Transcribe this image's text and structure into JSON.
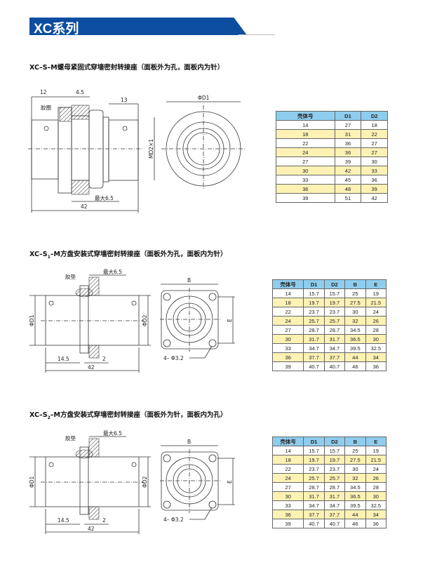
{
  "header": {
    "title": "XC系列"
  },
  "sections": [
    {
      "title": "XC–S–M螺母紧固式穿墙密封转接座（面板外为孔，面板内为针）",
      "drawing": {
        "dim_12": "12",
        "dim_4_5": "4.5",
        "dim_13": "13",
        "seal_label": "胶圈",
        "thread_label": "MD2×1",
        "max_label": "最大6.5",
        "dim_42": "42",
        "front_d1": "ΦD1"
      },
      "table": {
        "headers": [
          "壳体号",
          "D1",
          "D2"
        ],
        "rows": [
          [
            "14",
            "27",
            "18"
          ],
          [
            "18",
            "31",
            "22"
          ],
          [
            "22",
            "36",
            "27"
          ],
          [
            "24",
            "36",
            "27"
          ],
          [
            "27",
            "39",
            "30"
          ],
          [
            "30",
            "42",
            "33"
          ],
          [
            "33",
            "45",
            "36"
          ],
          [
            "36",
            "48",
            "39"
          ],
          [
            "39",
            "51",
            "42"
          ]
        ]
      }
    },
    {
      "title_pre": "XC–S",
      "title_sub": "1",
      "title_post": "–M方盘安装式穿墙密封转接座（面板外为孔，面板内为针）",
      "drawing": {
        "seal_label": "胶垫",
        "max_label": "最大6.5",
        "d1": "ΦD1",
        "d2": "ΦD2",
        "dim_14_5": "14.5",
        "dim_2": "2",
        "dim_42": "42",
        "b": "B",
        "e": "E",
        "holes": "4– Φ3.2"
      },
      "table": {
        "headers": [
          "壳体号",
          "D1",
          "D2",
          "B",
          "E"
        ],
        "rows": [
          [
            "14",
            "15.7",
            "15.7",
            "25",
            "19"
          ],
          [
            "18",
            "19.7",
            "19.7",
            "27.5",
            "21.5"
          ],
          [
            "22",
            "23.7",
            "23.7",
            "30",
            "24"
          ],
          [
            "24",
            "25.7",
            "25.7",
            "32",
            "26"
          ],
          [
            "27",
            "28.7",
            "28.7",
            "34.5",
            "28"
          ],
          [
            "30",
            "31.7",
            "31.7",
            "36.5",
            "30"
          ],
          [
            "33",
            "34.7",
            "34.7",
            "39.5",
            "32.5"
          ],
          [
            "36",
            "37.7",
            "37.7",
            "44",
            "34"
          ],
          [
            "39",
            "40.7",
            "40.7",
            "46",
            "36"
          ]
        ]
      }
    },
    {
      "title_pre": "XC–S",
      "title_sub": "2",
      "title_post": "–M方盘安装式穿墙密封转接座（面板外为针，面板内为孔）",
      "drawing": {
        "seal_label": "胶垫",
        "max_label": "最大6.5",
        "d1": "ΦD1",
        "d2": "ΦD2",
        "dim_14_5": "14.5",
        "dim_2": "2",
        "dim_42": "42",
        "b": "B",
        "e": "E",
        "holes": "4– Φ3.2"
      },
      "table": {
        "headers": [
          "壳体号",
          "D1",
          "D2",
          "B",
          "E"
        ],
        "rows": [
          [
            "14",
            "15.7",
            "15.7",
            "25",
            "19"
          ],
          [
            "18",
            "19.7",
            "19.7",
            "27.5",
            "21.5"
          ],
          [
            "22",
            "23.7",
            "23.7",
            "30",
            "24"
          ],
          [
            "24",
            "25.7",
            "25.7",
            "32",
            "26"
          ],
          [
            "27",
            "28.7",
            "28.7",
            "34.5",
            "28"
          ],
          [
            "30",
            "31.7",
            "31.7",
            "36.5",
            "30"
          ],
          [
            "33",
            "34.7",
            "34.7",
            "39.5",
            "32.5"
          ],
          [
            "36",
            "37.7",
            "37.7",
            "44",
            "34"
          ],
          [
            "39",
            "40.7",
            "40.7",
            "46",
            "36"
          ]
        ]
      }
    }
  ]
}
